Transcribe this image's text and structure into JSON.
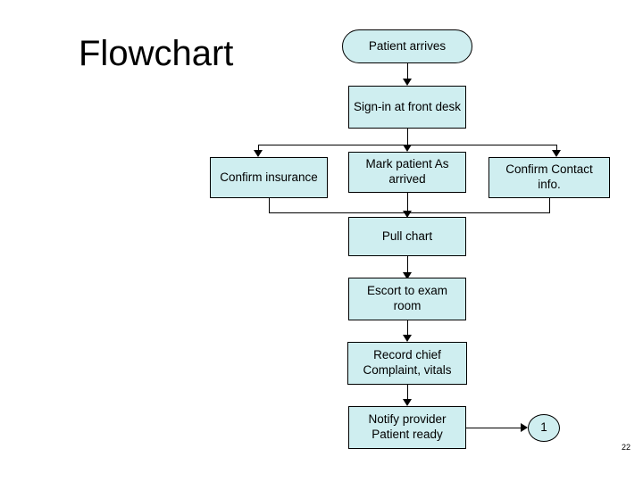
{
  "slide": {
    "title": "Flowchart",
    "page_number": "22",
    "accent_fill": "#cfeef0",
    "line_color": "#000000",
    "background": "#ffffff"
  },
  "nodes": [
    {
      "id": "patient-arrives",
      "label": "Patient arrives",
      "shape": "rounded"
    },
    {
      "id": "sign-in",
      "label": "Sign-in at front desk",
      "shape": "rect"
    },
    {
      "id": "confirm-insurance",
      "label": "Confirm insurance",
      "shape": "rect"
    },
    {
      "id": "mark-patient-arrived",
      "label": "Mark patient As arrived",
      "shape": "rect"
    },
    {
      "id": "confirm-contact-info",
      "label": "Confirm Contact info.",
      "shape": "rect"
    },
    {
      "id": "pull-chart",
      "label": "Pull chart",
      "shape": "rect"
    },
    {
      "id": "escort-to-exam",
      "label": "Escort to exam room",
      "shape": "rect"
    },
    {
      "id": "record-chief-complaint",
      "label": "Record chief Complaint, vitals",
      "shape": "rect"
    },
    {
      "id": "notify-provider",
      "label": "Notify provider Patient ready",
      "shape": "rect"
    },
    {
      "id": "connector-one",
      "label": "1",
      "shape": "circle"
    }
  ]
}
